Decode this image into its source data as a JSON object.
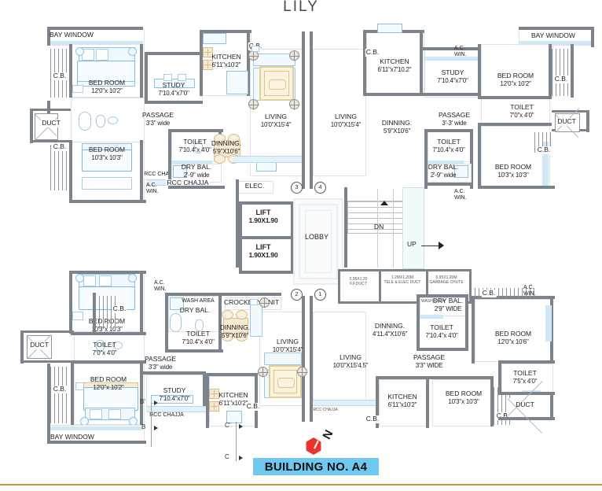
{
  "sheet": {
    "title": "LILY",
    "building_banner": "BUILDING NO. A4",
    "north_label": "N"
  },
  "core": {
    "lift_1": {
      "name": "LIFT",
      "dim": "1.90X1.90"
    },
    "lift_2": {
      "name": "LIFT",
      "dim": "1.90X1.90"
    },
    "lobby": "LOBBY",
    "stair_down": "DN",
    "stair_up": "UP",
    "services": [
      {
        "dim": "0.95X1.20",
        "name": "F.F.DUCT"
      },
      {
        "dim": "1.2MX1.20M",
        "name": "TELE & ELEC DUCT"
      },
      {
        "dim": "0.95X1.20M",
        "name": "GARBAGE CHUTE"
      }
    ],
    "grid_bubbles": [
      "3",
      "4",
      "2",
      "1"
    ]
  },
  "units": {
    "top_left": {
      "rooms": [
        {
          "name": "BAY WINDOW",
          "dim": ""
        },
        {
          "name": "C.B.",
          "dim": ""
        },
        {
          "name": "BED ROOM",
          "dim": "12'0\"x 10'2\""
        },
        {
          "name": "DUCT",
          "dim": ""
        },
        {
          "name": "C.B.",
          "dim": ""
        },
        {
          "name": "BED ROOM",
          "dim": "10'3\"x 10'3\""
        },
        {
          "name": "A.C. WIN.",
          "dim": ""
        },
        {
          "name": "RCC CHAJJA",
          "dim": ""
        },
        {
          "name": "STUDY",
          "dim": "7'10.4\"x7'0\""
        },
        {
          "name": "KITCHEN",
          "dim": "6'11\"x10'2\""
        },
        {
          "name": "C.B.",
          "dim": ""
        },
        {
          "name": "PASSAGE",
          "dim": "3'3\" wide"
        },
        {
          "name": "TOILET",
          "dim": "7'10.4\"x 4'0\""
        },
        {
          "name": "DRY BAL.",
          "dim": "2'-9\" wide"
        },
        {
          "name": "DINNING.",
          "dim": "5'9\"X10'6\""
        },
        {
          "name": "LIVING",
          "dim": "10'0\"X15'4\""
        },
        {
          "name": "ELEC.",
          "dim": ""
        }
      ]
    },
    "top_right": {
      "rooms": [
        {
          "name": "BAY WINDOW",
          "dim": ""
        },
        {
          "name": "C.B.",
          "dim": ""
        },
        {
          "name": "BED ROOM",
          "dim": "12'0\"x 10'2\""
        },
        {
          "name": "TOILET",
          "dim": "7'0\"x 4'0\""
        },
        {
          "name": "DUCT",
          "dim": ""
        },
        {
          "name": "C.B.",
          "dim": ""
        },
        {
          "name": "BED ROOM",
          "dim": "10'3\"x 10'3\""
        },
        {
          "name": "A.C. WIN.",
          "dim": ""
        },
        {
          "name": "STUDY",
          "dim": "7'10.4\"x7'0\""
        },
        {
          "name": "KITCHEN",
          "dim": "6'11\"x7'10.2\""
        },
        {
          "name": "C.B.",
          "dim": ""
        },
        {
          "name": "PASSAGE",
          "dim": "3'-3' wide"
        },
        {
          "name": "TOILET",
          "dim": "7'10.4\"x 4'0\""
        },
        {
          "name": "DRY BAL.",
          "dim": "2'-9\" wide"
        },
        {
          "name": "DINNING.",
          "dim": "5'9\"X10'6\""
        },
        {
          "name": "LIVING",
          "dim": "10'0\"X15'4\""
        }
      ]
    },
    "bottom_left": {
      "rooms": [
        {
          "name": "A.C. WIN.",
          "dim": ""
        },
        {
          "name": "BED ROOM",
          "dim": "10'3\"x 10'3\""
        },
        {
          "name": "C.B.",
          "dim": ""
        },
        {
          "name": "DUCT",
          "dim": ""
        },
        {
          "name": "TOILET",
          "dim": "7'0\"x 4'0\""
        },
        {
          "name": "BED ROOM",
          "dim": "12'0\"x 10'2\""
        },
        {
          "name": "C.B.",
          "dim": ""
        },
        {
          "name": "BAY WINDOW",
          "dim": ""
        },
        {
          "name": "DRY BAL.",
          "dim": ""
        },
        {
          "name": "WASH AREA",
          "dim": ""
        },
        {
          "name": "TOILET",
          "dim": "7'10.4\"x 4'0\""
        },
        {
          "name": "CROCKERY UNIT",
          "dim": ""
        },
        {
          "name": "DINNING.",
          "dim": "5'9\"X10'6\""
        },
        {
          "name": "PASSAGE",
          "dim": "3'3\" wide"
        },
        {
          "name": "STUDY",
          "dim": "7'10.4\"x7'0\""
        },
        {
          "name": "KITCHEN",
          "dim": "6'11\"x10'2\""
        },
        {
          "name": "C.B.",
          "dim": ""
        },
        {
          "name": "RCC CHAJJA",
          "dim": ""
        },
        {
          "name": "LIVING",
          "dim": "10'0\"X15'4\""
        }
      ]
    },
    "bottom_right": {
      "rooms": [
        {
          "name": "DRY BAL.",
          "dim": "2'9\" WIDE"
        },
        {
          "name": "WASH AREA",
          "dim": ""
        },
        {
          "name": "TOILET",
          "dim": "7'10.4\"x 4'0\""
        },
        {
          "name": "DINNING.",
          "dim": "4'11.4\"X10'6\""
        },
        {
          "name": "PASSAGE",
          "dim": "3'3\" WIDE"
        },
        {
          "name": "C.B.",
          "dim": ""
        },
        {
          "name": "A.C. WIN.",
          "dim": ""
        },
        {
          "name": "BED ROOM",
          "dim": "12'0\"x 10'6\""
        },
        {
          "name": "TOILET",
          "dim": "7'5\"x 4'0\""
        },
        {
          "name": "DUCT",
          "dim": ""
        },
        {
          "name": "C.B.",
          "dim": ""
        },
        {
          "name": "BED ROOM",
          "dim": "10'3\"x 10'3\""
        },
        {
          "name": "KITCHEN",
          "dim": "6'11\"x10'2\""
        },
        {
          "name": "C.B.",
          "dim": ""
        },
        {
          "name": "LIVING",
          "dim": "10'0\"X15'4.5\""
        },
        {
          "name": "RCC CHAJJA",
          "dim": ""
        }
      ]
    }
  },
  "section_marks": [
    "B'",
    "B",
    "C'",
    "C"
  ],
  "colors": {
    "wall": "#7d838a",
    "glass": "#cfe8f5",
    "banner": "#70c8ee",
    "north": "#e8342a",
    "baseline": "#c49a3a"
  }
}
